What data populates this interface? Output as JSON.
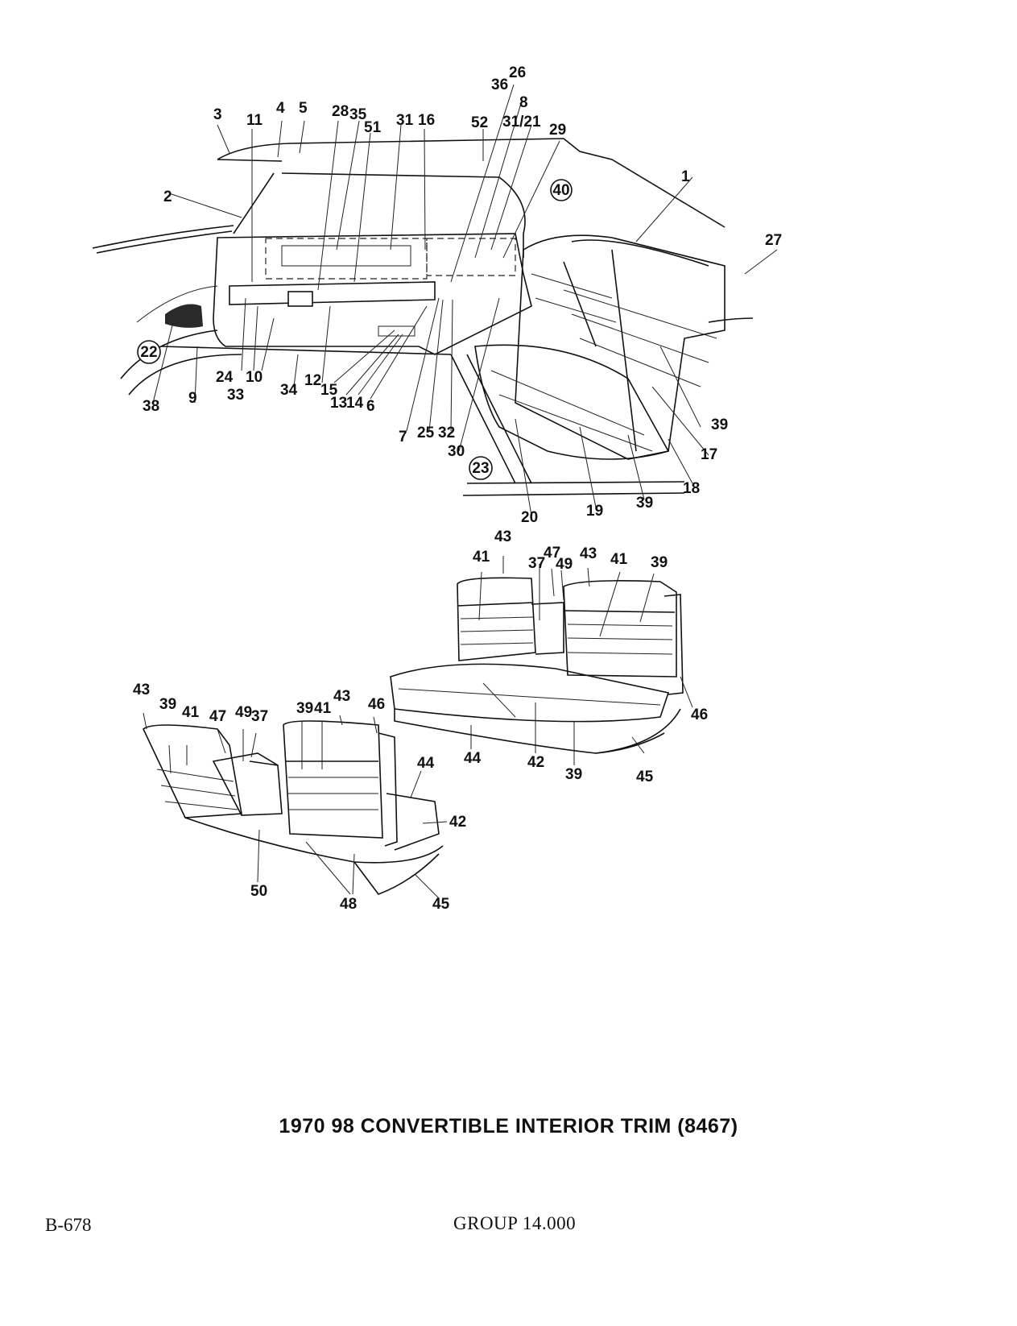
{
  "title": "1970 98 CONVERTIBLE INTERIOR TRIM (8467)",
  "page_number": "B-678",
  "group": "GROUP 14.000",
  "circled_refs": [
    "40",
    "22",
    "23"
  ],
  "upper_labels": [
    "3",
    "11",
    "4",
    "5",
    "28",
    "35",
    "51",
    "31",
    "16",
    "36",
    "26",
    "52",
    "8",
    "31/21",
    "29",
    "1",
    "27",
    "2",
    "24",
    "10",
    "33",
    "34",
    "12",
    "15",
    "13",
    "14",
    "6",
    "38",
    "9",
    "7",
    "25",
    "32",
    "30",
    "39",
    "17",
    "18",
    "20",
    "19",
    "39"
  ],
  "front_seat_labels": [
    "43",
    "41",
    "37",
    "47",
    "49",
    "43",
    "41",
    "39",
    "46",
    "44",
    "42",
    "39",
    "45"
  ],
  "rear_seat_labels": [
    "43",
    "39",
    "41",
    "47",
    "49",
    "37",
    "39",
    "41",
    "43",
    "46",
    "44",
    "42",
    "50",
    "48",
    "45"
  ]
}
